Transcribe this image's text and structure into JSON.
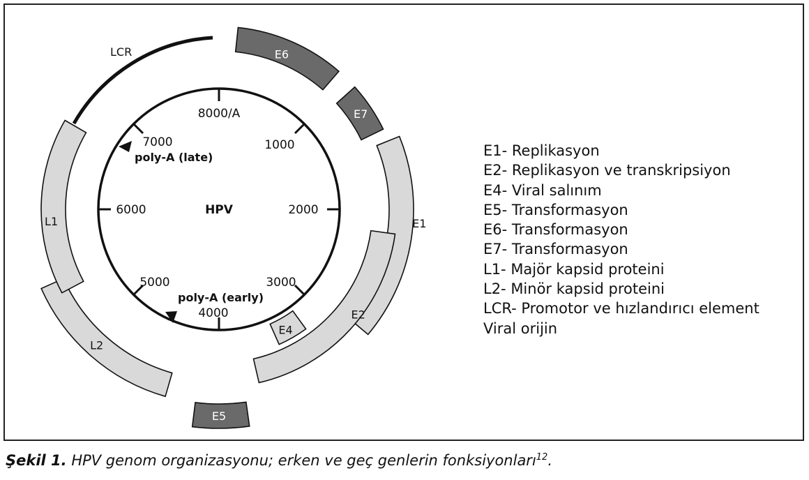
{
  "diagram": {
    "center_label": "HPV",
    "lcr_label": "LCR",
    "ticks": [
      "8000/A",
      "1000",
      "2000",
      "3000",
      "4000",
      "5000",
      "6000",
      "7000"
    ],
    "polya_late": "poly-A (late)",
    "polya_early": "poly-A (early)",
    "genes": {
      "E6": "E6",
      "E7": "E7",
      "E1": "E1",
      "E2": "E2",
      "E4": "E4",
      "E5": "E5",
      "L1": "L1",
      "L2": "L2"
    },
    "colors": {
      "early_dark": "#6a6a6a",
      "light": "#d9d9d9",
      "stroke": "#111111"
    }
  },
  "legend": [
    "E1- Replikasyon",
    "E2- Replikasyon ve transkripsiyon",
    "E4- Viral salınım",
    "E5- Transformasyon",
    "E6- Transformasyon",
    "E7- Transformasyon",
    "L1- Majör kapsid proteini",
    "L2- Minör kapsid proteini",
    "LCR- Promotor ve hızlandırıcı element",
    "Viral orijin"
  ],
  "caption": {
    "bold": "Şekil 1.",
    "text": " HPV genom organizasyonu; erken ve geç genlerin fonksiyonları",
    "sup": "12",
    "end": "."
  }
}
